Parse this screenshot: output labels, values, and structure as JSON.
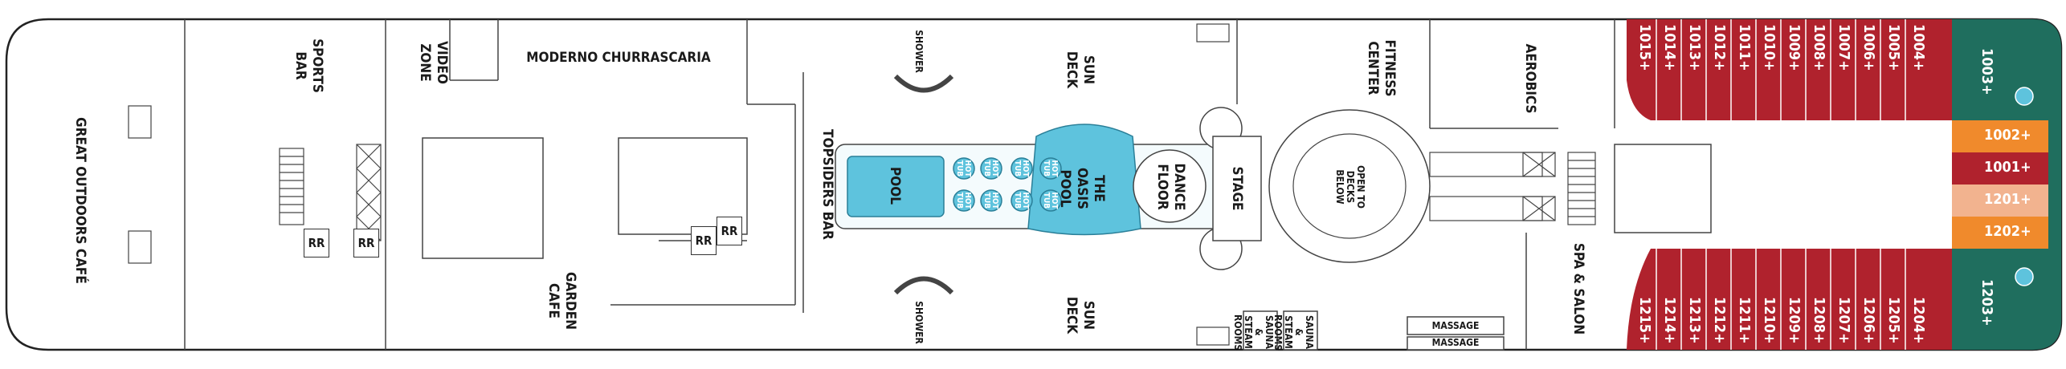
{
  "labels": {
    "great_outdoors_cafe": "GREAT OUTDOORS CAFÉ",
    "sports_bar": "SPORTS\nBAR",
    "video_zone": "VIDEO\nZONE",
    "moderno_churrascaria": "MODERNO CHURRASCARIA",
    "garden_cafe": "GARDEN\nCAFE",
    "rr": "RR",
    "topsiders_bar": "TOPSIDERS BAR",
    "shower": "SHOWER",
    "sun_deck": "SUN\nDECK",
    "pool": "POOL",
    "the_oasis_pool": "THE\nOASIS\nPOOL",
    "hot_tub": "HOT\nTUB",
    "dance_floor": "DANCE\nFLOOR",
    "stage": "STAGE",
    "open_to_decks_below": "OPEN TO\nDECKS\nBELOW",
    "fitness_center": "FITNESS\nCENTER",
    "aerobics": "AEROBICS",
    "sauna_steam_rooms": "SAUNA\n& STEAM\nROOMS",
    "massage": "MASSAGE",
    "spa_salon": "SPA & SALON"
  },
  "cabins": {
    "top_row": [
      "1015+",
      "1014+",
      "1013+",
      "1012+",
      "1011+",
      "1010+",
      "1009+",
      "1008+",
      "1007+",
      "1006+",
      "1005+",
      "1004+"
    ],
    "bottom_row": [
      "1215+",
      "1214+",
      "1213+",
      "1212+",
      "1211+",
      "1210+",
      "1209+",
      "1208+",
      "1207+",
      "1206+",
      "1205+",
      "1204+"
    ],
    "bow_suites": [
      "1003+",
      "1203+"
    ],
    "center_suites": [
      "1002+",
      "1001+",
      "1201+",
      "1202+"
    ]
  },
  "colors": {
    "hull": "#ffffff",
    "outline": "#222222",
    "cabin_red": "#b0222d",
    "suite_green": "#1f6e5e",
    "suite_orange": "#f08a2c",
    "suite_peach": "#f2b38f",
    "pool_blue": "#5ec3dd",
    "pool_light": "#bfe6f2"
  }
}
